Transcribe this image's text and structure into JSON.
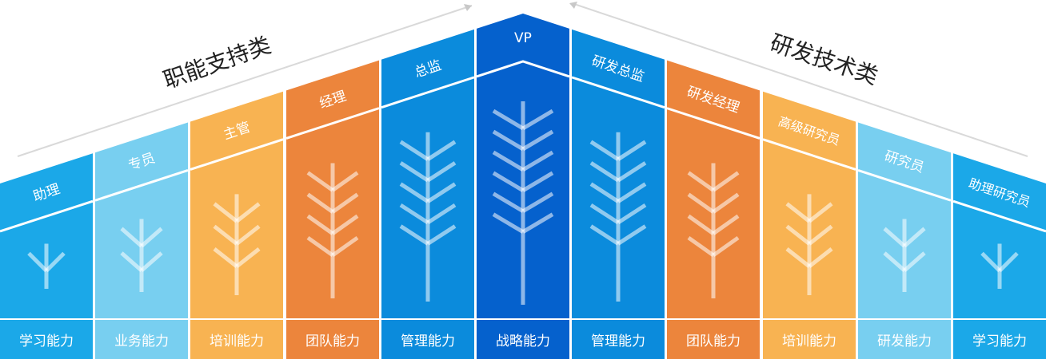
{
  "left_category": "职能支持类",
  "right_category": "研发技术类",
  "colors": {
    "light": "#78cff0",
    "blue": "#1ba8e8",
    "medium_blue": "#0b8bdc",
    "deep_blue": "#0561cd",
    "orange": "#ec853c",
    "light_orange": "#f8b352",
    "background": "#ffffff",
    "guide_line": "#d9d9d9"
  },
  "columns": [
    {
      "level": "助理",
      "ability": "学习能力",
      "color": "blue",
      "icon": "tree-icon"
    },
    {
      "level": "专员",
      "ability": "业务能力",
      "color": "light",
      "icon": "tree-icon"
    },
    {
      "level": "主管",
      "ability": "培训能力",
      "color": "light_orange",
      "icon": "tree-icon"
    },
    {
      "level": "经理",
      "ability": "团队能力",
      "color": "orange",
      "icon": "tree-icon"
    },
    {
      "level": "总监",
      "ability": "管理能力",
      "color": "medium_blue",
      "icon": "tree-icon"
    },
    {
      "level": "VP",
      "ability": "战略能力",
      "color": "deep_blue",
      "icon": "tree-icon"
    },
    {
      "level": "研发总监",
      "ability": "管理能力",
      "color": "medium_blue",
      "icon": "tree-icon"
    },
    {
      "level": "研发经理",
      "ability": "团队能力",
      "color": "orange",
      "icon": "tree-icon"
    },
    {
      "level": "高级研究员",
      "ability": "培训能力",
      "color": "light_orange",
      "icon": "tree-icon"
    },
    {
      "level": "研究员",
      "ability": "研发能力",
      "color": "light",
      "icon": "tree-icon"
    },
    {
      "level": "助理研究员",
      "ability": "学习能力",
      "color": "blue",
      "icon": "tree-icon"
    }
  ]
}
